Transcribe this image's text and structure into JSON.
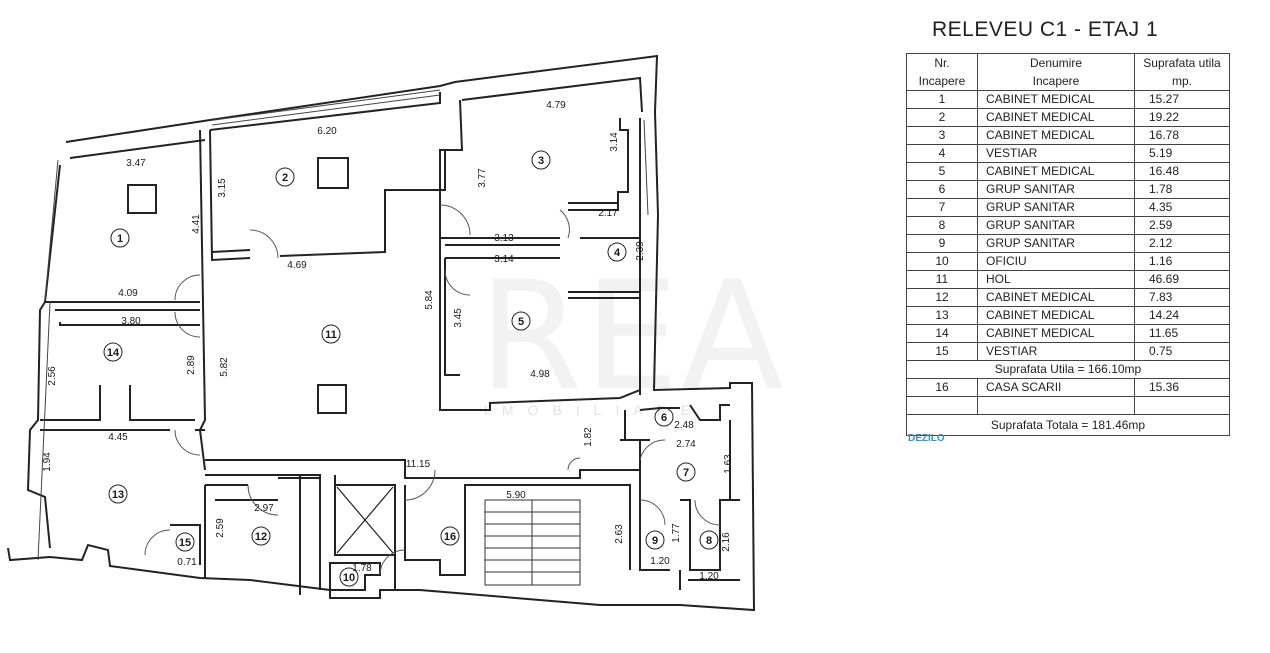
{
  "title": "RELEVEU C1 - ETAJ 1",
  "table": {
    "headers": {
      "nr": [
        "Nr.",
        "Incapere"
      ],
      "den": [
        "Denumire",
        "Incapere"
      ],
      "sup": [
        "Suprafata utila",
        "mp."
      ]
    },
    "rows": [
      {
        "nr": "1",
        "den": "CABINET MEDICAL",
        "sup": "15.27"
      },
      {
        "nr": "2",
        "den": "CABINET MEDICAL",
        "sup": "19.22"
      },
      {
        "nr": "3",
        "den": "CABINET MEDICAL",
        "sup": "16.78"
      },
      {
        "nr": "4",
        "den": "VESTIAR",
        "sup": "5.19"
      },
      {
        "nr": "5",
        "den": "CABINET MEDICAL",
        "sup": "16.48"
      },
      {
        "nr": "6",
        "den": "GRUP SANITAR",
        "sup": "1.78"
      },
      {
        "nr": "7",
        "den": "GRUP SANITAR",
        "sup": "4.35"
      },
      {
        "nr": "8",
        "den": "GRUP SANITAR",
        "sup": "2.59"
      },
      {
        "nr": "9",
        "den": "GRUP SANITAR",
        "sup": "2.12"
      },
      {
        "nr": "10",
        "den": "OFICIU",
        "sup": "1.16"
      },
      {
        "nr": "11",
        "den": "HOL",
        "sup": "46.69"
      },
      {
        "nr": "12",
        "den": "CABINET MEDICAL",
        "sup": "7.83"
      },
      {
        "nr": "13",
        "den": "CABINET MEDICAL",
        "sup": "14.24"
      },
      {
        "nr": "14",
        "den": "CABINET MEDICAL",
        "sup": "11.65"
      },
      {
        "nr": "15",
        "den": "VESTIAR",
        "sup": "0.75"
      }
    ],
    "util_total": "Suprafata Utila = 166.10mp",
    "extra_row": {
      "nr": "16",
      "den": "CASA SCARII",
      "sup": "15.36"
    },
    "grand_total": "Suprafata Totala = 181.46mp"
  },
  "stamp_text": "DEZILO",
  "watermark": {
    "logo": "REA",
    "sub": "IMOBILIARE"
  },
  "plan": {
    "rooms": [
      "1",
      "2",
      "3",
      "4",
      "5",
      "6",
      "7",
      "8",
      "9",
      "10",
      "11",
      "12",
      "13",
      "14",
      "15",
      "16"
    ],
    "dims": [
      "3.47",
      "6.20",
      "4.79",
      "3.15",
      "4.41",
      "3.77",
      "3.14",
      "2.17",
      "3.13",
      "3.14",
      "2.39",
      "4.69",
      "4.09",
      "5.84",
      "3.80",
      "3.45",
      "2.89",
      "2.56",
      "5.82",
      "4.98",
      "4.45",
      "1.82",
      "2.48",
      "2.74",
      "1.94",
      "11.15",
      "1.63",
      "2.97",
      "5.90",
      "1.77",
      "2.59",
      "2.63",
      "2.16",
      "0.71",
      "1.78",
      "1.20",
      "1.20"
    ]
  }
}
